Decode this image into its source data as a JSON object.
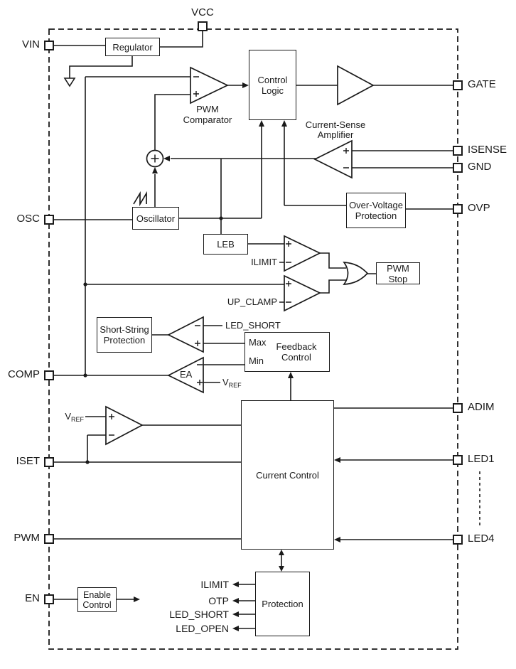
{
  "pins": {
    "vcc": "VCC",
    "vin": "VIN",
    "osc": "OSC",
    "comp": "COMP",
    "iset": "ISET",
    "pwm": "PWM",
    "en": "EN",
    "gate": "GATE",
    "isense": "ISENSE",
    "gnd": "GND",
    "ovp": "OVP",
    "adim": "ADIM",
    "led1": "LED1",
    "led4": "LED4"
  },
  "blocks": {
    "regulator": "Regulator",
    "control_logic": {
      "line1": "Control",
      "line2": "Logic"
    },
    "oscillator": "Oscillator",
    "leb": "LEB",
    "over_voltage": {
      "line1": "Over-Voltage",
      "line2": "Protection"
    },
    "pwm_stop": {
      "line1": "PWM",
      "line2": "Stop"
    },
    "short_string": {
      "line1": "Short-String",
      "line2": "Protection"
    },
    "feedback": {
      "line1": "Feedback",
      "line2": "Control",
      "max": "Max",
      "min": "Min"
    },
    "current_control": "Current Control",
    "enable": {
      "line1": "Enable",
      "line2": "Control"
    },
    "protection": "Protection"
  },
  "annotations": {
    "pwm_comparator": {
      "line1": "PWM",
      "line2": "Comparator"
    },
    "current_sense_amplifier": {
      "line1": "Current-Sense",
      "line2": "Amplifier"
    },
    "ilimit": "ILIMIT",
    "up_clamp": "UP_CLAMP",
    "led_short": "LED_SHORT",
    "ea": "EA",
    "vref": {
      "base": "V",
      "sub": "REF"
    }
  },
  "protection_signals": {
    "ilimit": "ILIMIT",
    "otp": "OTP",
    "led_short": "LED_SHORT",
    "led_open": "LED_OPEN"
  },
  "colors": {
    "line": "#1a1a1a",
    "background": "#ffffff"
  }
}
